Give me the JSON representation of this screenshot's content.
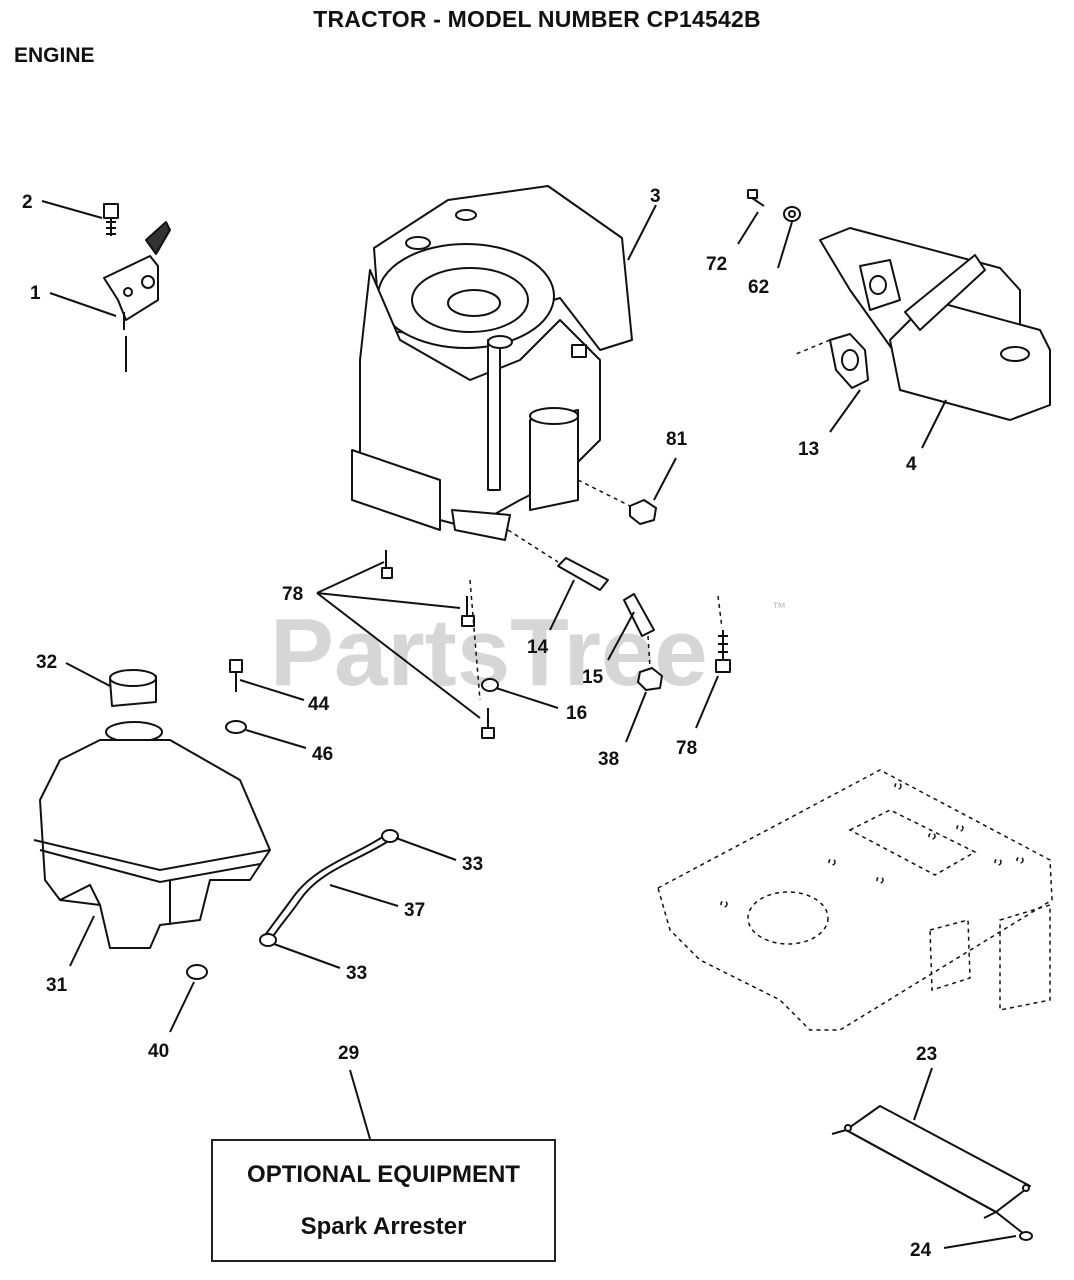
{
  "header": {
    "title": "TRACTOR - MODEL NUMBER CP14542B",
    "section": "ENGINE"
  },
  "watermark": {
    "text": "PartsTree",
    "mark": "™"
  },
  "callouts": [
    {
      "id": "c1",
      "label": "1"
    },
    {
      "id": "c2",
      "label": "2"
    },
    {
      "id": "c3",
      "label": "3"
    },
    {
      "id": "c4",
      "label": "4"
    },
    {
      "id": "c13",
      "label": "13"
    },
    {
      "id": "c14",
      "label": "14"
    },
    {
      "id": "c15",
      "label": "15"
    },
    {
      "id": "c16",
      "label": "16"
    },
    {
      "id": "c23",
      "label": "23"
    },
    {
      "id": "c24",
      "label": "24"
    },
    {
      "id": "c29",
      "label": "29"
    },
    {
      "id": "c31",
      "label": "31"
    },
    {
      "id": "c32",
      "label": "32"
    },
    {
      "id": "c33a",
      "label": "33"
    },
    {
      "id": "c33b",
      "label": "33"
    },
    {
      "id": "c37",
      "label": "37"
    },
    {
      "id": "c38",
      "label": "38"
    },
    {
      "id": "c40",
      "label": "40"
    },
    {
      "id": "c44",
      "label": "44"
    },
    {
      "id": "c46",
      "label": "46"
    },
    {
      "id": "c62",
      "label": "62"
    },
    {
      "id": "c72",
      "label": "72"
    },
    {
      "id": "c78a",
      "label": "78"
    },
    {
      "id": "c78b",
      "label": "78"
    },
    {
      "id": "c81",
      "label": "81"
    }
  ],
  "optional_box": {
    "title": "OPTIONAL EQUIPMENT",
    "item": "Spark Arrester"
  },
  "colors": {
    "line": "#111111",
    "watermark": "#c9c9c9",
    "background": "#ffffff"
  }
}
